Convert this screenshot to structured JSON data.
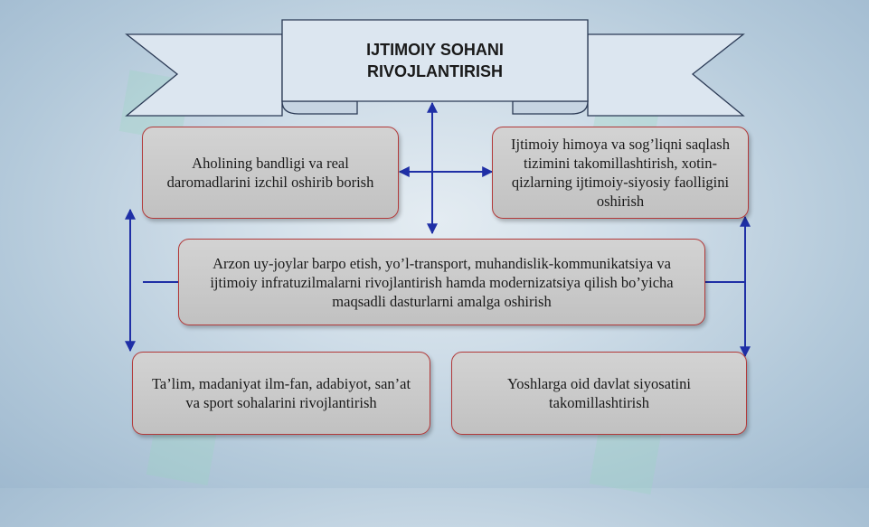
{
  "title": {
    "line1": "IJTIMOIY SOHANI",
    "line2": "RIVOJLANTIRISH"
  },
  "boxes": {
    "employment": "Aholining bandligi va real daromadlarini izchil oshirib borish",
    "social_protection": "Ijtimoiy himoya va sog’liqni saqlash tizimini takomillashtirish, xotin-qizlarning ijtimoiy-siyosiy faolligini oshirish",
    "housing": "Arzon uy-joylar barpo etish, yo’l-transport, muhandislik-kommunikatsiya va ijtimoiy infratuzilmalarni rivojlantirish hamda modernizatsiya qilish bo’yicha maqsadli dasturlarni amalga oshirish",
    "education": "Ta’lim, madaniyat ilm-fan, adabiyot, san’at va sport sohalarini rivojlantirish",
    "youth": "Yoshlarga oid davlat siyosatini takomillashtirish"
  },
  "colors": {
    "arrow": "#1f2fa6",
    "box_border": "#b23a3a",
    "ribbon_fill": "#dce6f0",
    "ribbon_stroke": "#2b3a55"
  }
}
